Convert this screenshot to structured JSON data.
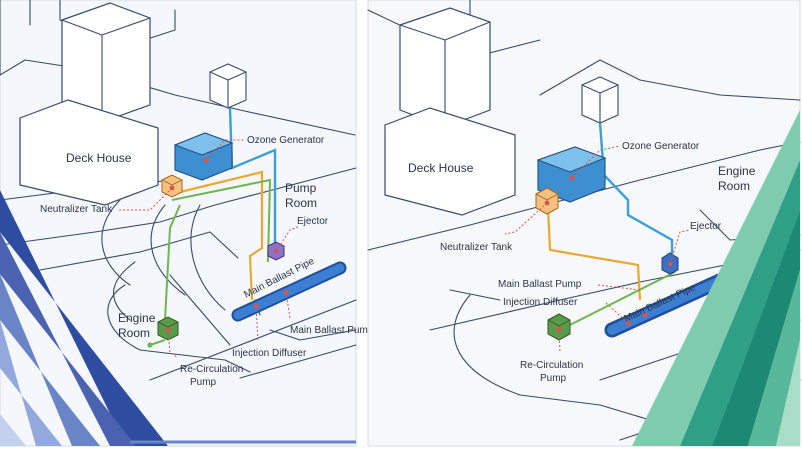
{
  "panels": {
    "left": {
      "labels": {
        "deck_house": "Deck House",
        "ozone_generator": "Ozone Generator",
        "neutralizer_tank": "Neutralizer Tank",
        "pump_room_1": "Pump",
        "pump_room_2": "Room",
        "ejector": "Ejector",
        "main_ballast_pipe": "Main Ballast Pipe",
        "main_ballast_pump": "Main Ballast Pump",
        "injection_diffuser": "Injection Diffuser",
        "engine_room_1": "Engine",
        "engine_room_2": "Room",
        "recirculation_pump_1": "Re-Circulation",
        "recirculation_pump_2": "Pump"
      }
    },
    "right": {
      "labels": {
        "deck_house": "Deck House",
        "ozone_generator": "Ozone Generator",
        "engine_room_1": "Engine",
        "engine_room_2": "Room",
        "ejector": "Ejector",
        "neutralizer_tank": "Neutralizer Tank",
        "main_ballast_pump": "Main Ballast Pump",
        "injection_diffuser": "Injection Diffuser",
        "main_ballast_pipe": "Main Ballast Pipe",
        "recirculation_pump_1": "Re-Circulation",
        "recirculation_pump_2": "Pump"
      }
    }
  },
  "colors": {
    "ozone_line": "#3f9ed6",
    "neutralizer_line": "#e8a832",
    "recirculation_line": "#6fb552",
    "pipe": "#2f6db5",
    "left_accent": "#4a62b0",
    "right_accent": "#2fa085"
  }
}
